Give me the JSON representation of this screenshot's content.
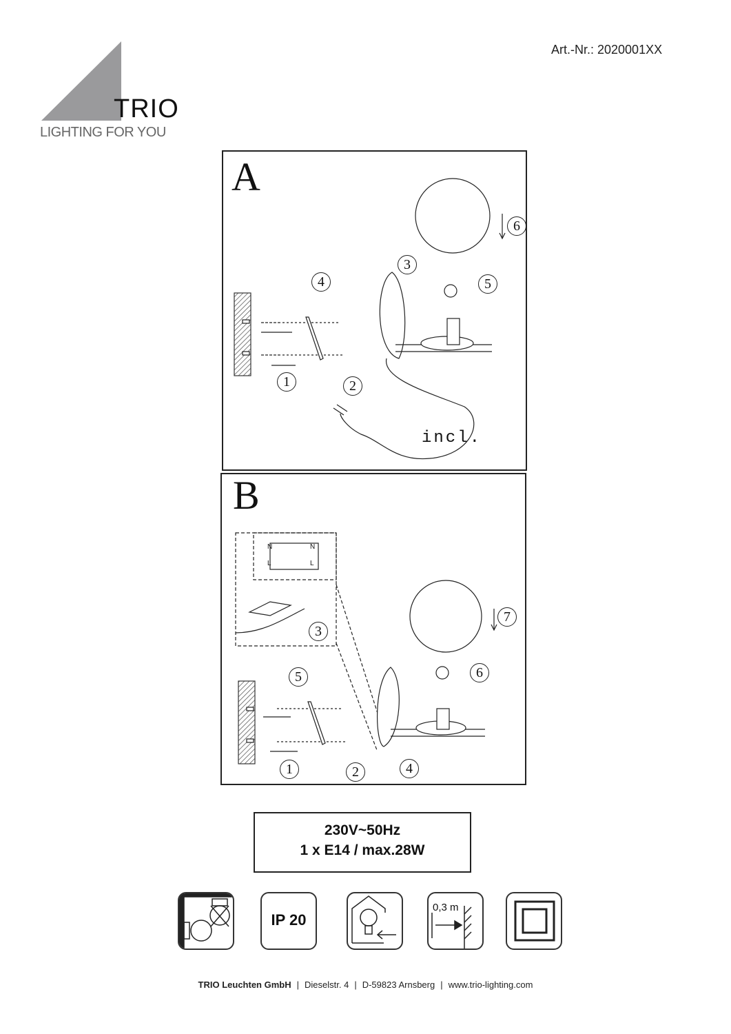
{
  "header": {
    "article_number": "Art.-Nr.: 2020001XX"
  },
  "logo": {
    "brand": "TRIO",
    "tagline": "LIGHTING FOR YOU",
    "color": "#9a9a9c"
  },
  "panel_a": {
    "label": "A",
    "steps": [
      "1",
      "2",
      "3",
      "4",
      "5",
      "6"
    ],
    "note": "incl."
  },
  "panel_b": {
    "label": "B",
    "steps": [
      "1",
      "2",
      "3",
      "4",
      "5",
      "6",
      "7"
    ],
    "terminal_labels": [
      "N",
      "L",
      "N",
      "L"
    ]
  },
  "specs": {
    "line1": "230V~50Hz",
    "line2": "1 x E14 / max.28W"
  },
  "symbols": [
    {
      "name": "wall-mount-only-icon"
    },
    {
      "name": "ip-rating-icon",
      "text": "IP 20"
    },
    {
      "name": "indoor-use-icon"
    },
    {
      "name": "min-distance-icon",
      "text": "0,3 m"
    },
    {
      "name": "protection-class-2-icon"
    }
  ],
  "footer": {
    "company": "TRIO Leuchten GmbH",
    "street": "Dieselstr. 4",
    "city": "D-59823 Arnsberg",
    "website": "www.trio-lighting.com",
    "separator": "|"
  }
}
